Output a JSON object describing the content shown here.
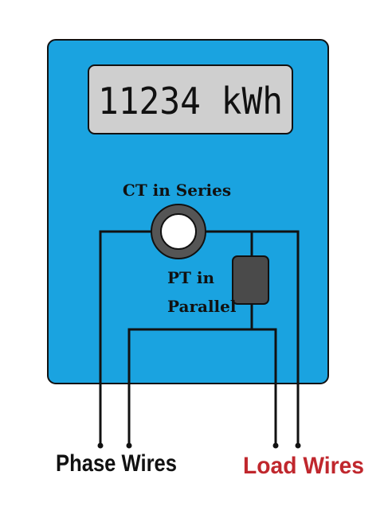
{
  "meter": {
    "reading": "11234 kWh",
    "body_color": "#1aa3e0",
    "display_color": "#cfcfcf"
  },
  "labels": {
    "ct": "CT in Series",
    "pt_line1": "PT in",
    "pt_line2": "Parallel",
    "phase_wires": "Phase Wires",
    "load_wires": "Load Wires"
  },
  "colors": {
    "phase_label": "#111111",
    "load_label": "#c0272d",
    "wire": "#111111",
    "pt": "#4a4a4a",
    "ct_ring": "#555555"
  }
}
